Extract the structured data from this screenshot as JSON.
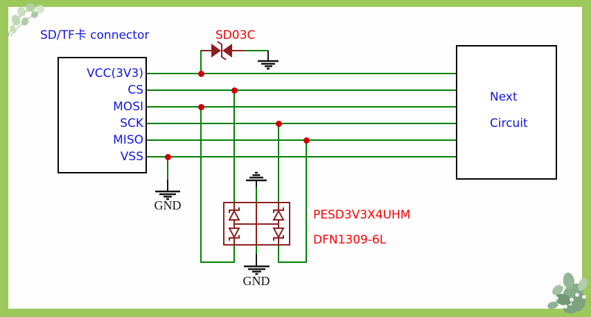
{
  "schematic": {
    "title": "SD/TF卡 connector",
    "connector": {
      "pins": [
        "VCC(3V3)",
        "CS",
        "MOSI",
        "SCK",
        "MISO",
        "VSS"
      ]
    },
    "next_circuit": {
      "line1": "Next",
      "line2": "Circuit"
    },
    "tvs_diode_label": "SD03C",
    "esd_array": {
      "part_number": "PESD3V3X4UHM",
      "package": "DFN1309-6L"
    },
    "ground_labels": {
      "connector_vss": "GND",
      "esd_array": "GND"
    },
    "colors": {
      "wire": "#008000",
      "junction": "#cc0000",
      "component_outline": "#8f1d1d",
      "red_text": "#fb0000",
      "blue_text": "#1414dd",
      "border_frame": "#9dc95c"
    }
  }
}
